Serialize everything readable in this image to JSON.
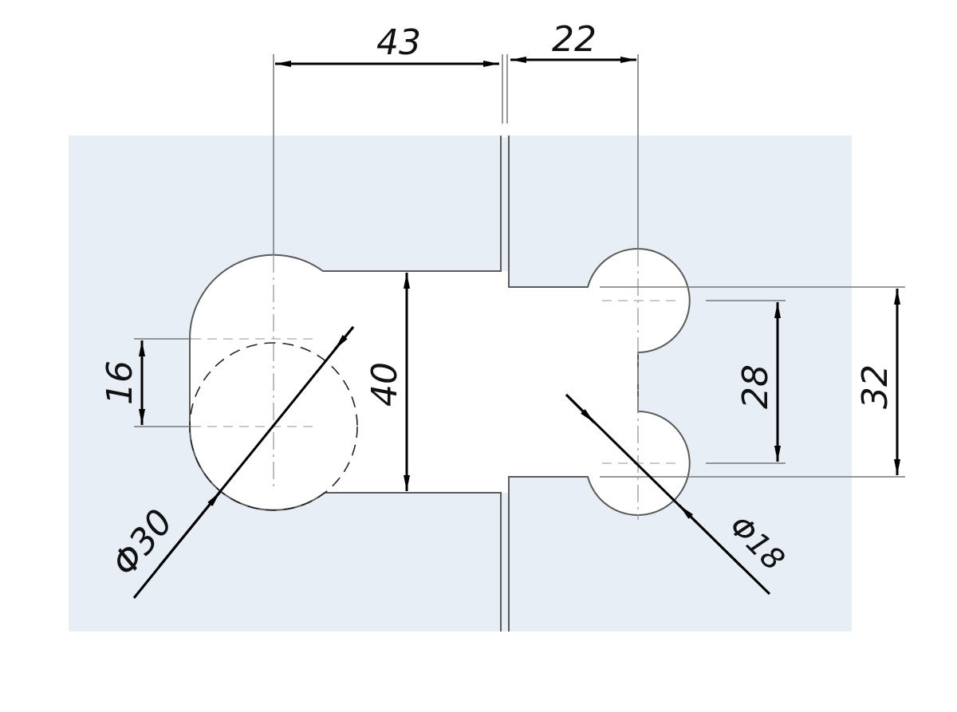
{
  "colors": {
    "panel": "#e8eef6",
    "cutout": "#ffffff",
    "outline": "#5a5a5a",
    "dimension": "#000000"
  },
  "dimensions": {
    "d43": "43",
    "d22": "22",
    "d16": "16",
    "d40": "40",
    "d28": "28",
    "d32": "32",
    "dia30": "Φ30",
    "dia18": "Φ18"
  }
}
